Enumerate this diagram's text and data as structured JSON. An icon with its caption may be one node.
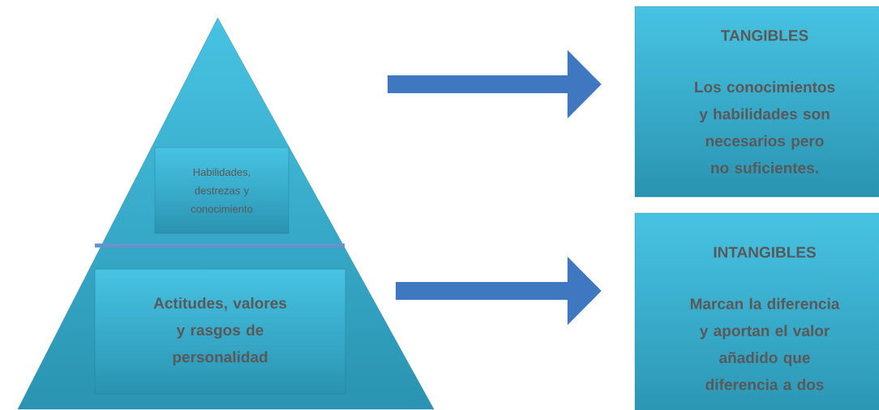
{
  "diagram": {
    "nodes": [
      {
        "text": [],
        "shape": "triangle"
      },
      {
        "text": [
          "Habilidades, destrezas y conocimiento"
        ],
        "in": 0
      },
      {
        "text": [
          "Actitudes, valores y rasgos de personalidad"
        ],
        "in": 0
      },
      {
        "text": [
          "TANGIBLES",
          "Los conocimientos y habilidades son necesarios pero no suficientes."
        ]
      },
      {
        "text": [
          "INTANGIBLES",
          "Marcan la diferencia y aportan el valor añadido que diferencia a dos"
        ]
      }
    ],
    "edges": [
      {
        "from": null,
        "to": 3,
        "arrow": "to"
      },
      {
        "from": null,
        "to": 4,
        "arrow": "to"
      }
    ]
  }
}
